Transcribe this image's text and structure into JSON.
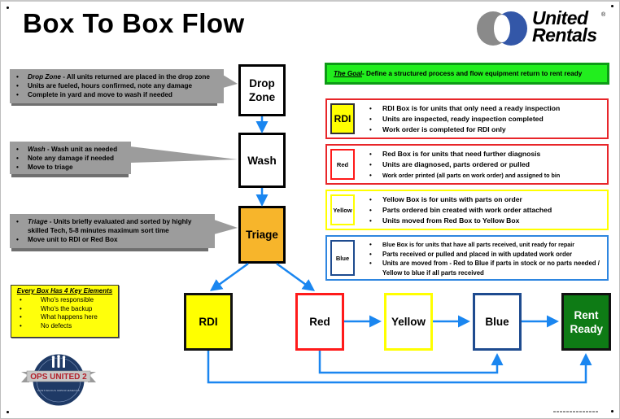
{
  "title": "Box To Box Flow",
  "logo": {
    "line1": "United",
    "line2": "Rentals",
    "registered": "®",
    "colors": {
      "gray": "#8a8a8a",
      "blue": "#3357a8"
    }
  },
  "callouts": [
    {
      "id": "drop-zone",
      "items": [
        {
          "em": "Drop Zone",
          "text": " - All units returned are placed in the drop zone"
        },
        {
          "text": "Units are fueled, hours confirmed, note any damage"
        },
        {
          "text": "Complete in yard and move to wash if needed"
        }
      ]
    },
    {
      "id": "wash",
      "items": [
        {
          "em": "Wash",
          "text": " - Wash unit as needed"
        },
        {
          "text": "Note any damage if needed"
        },
        {
          "text": "Move to triage"
        }
      ]
    },
    {
      "id": "triage",
      "items": [
        {
          "em": "Triage",
          "text": " - Units briefly evaluated and sorted by highly skilled Tech, 5-8 minutes maximum sort time"
        },
        {
          "text": "Move unit to RDI or Red Box"
        }
      ]
    }
  ],
  "flow": {
    "drop_zone": "Drop Zone",
    "wash": "Wash",
    "triage": "Triage",
    "rdi": "RDI",
    "red": "Red",
    "yellow": "Yellow",
    "blue": "Blue",
    "rent_ready": "Rent Ready"
  },
  "colors": {
    "arrow": "#1a86f0",
    "triage": "#f7b52b",
    "rdi": "#ffff00",
    "red": "#ff1a1a",
    "yellow": "#ffff00",
    "blue": "#1e4b8f",
    "rent_ready": "#0e7b15",
    "goal_bg": "#22ee1e"
  },
  "goal": {
    "label": "The Goal",
    "text": " - Define a structured process and flow equipment return to rent ready"
  },
  "panels": [
    {
      "id": "rdi",
      "label": "RDI",
      "items": [
        "RDI Box is for units that only need a ready inspection",
        "Units are inspected, ready inspection completed",
        "Work order is completed for RDI only"
      ]
    },
    {
      "id": "red",
      "label": "Red",
      "items": [
        "Red Box is for units that need further diagnosis",
        "Units are diagnosed, parts ordered or pulled",
        "Work order printed (all parts on work order) and assigned to bin"
      ]
    },
    {
      "id": "yellow",
      "label": "Yellow",
      "items": [
        "Yellow Box is for units with parts on order",
        "Parts ordered bin created with work order attached",
        "Units moved from Red Box to Yellow Box"
      ]
    },
    {
      "id": "blue",
      "label": "Blue",
      "items": [
        "Blue Box is for units that have all parts received, unit ready for repair",
        "Parts received or pulled and placed in with updated work order",
        "Units are moved from - Red to Blue if parts in stock or no parts needed / Yellow to blue if all parts received"
      ]
    }
  ],
  "legend": {
    "heading": "Every Box Has 4 Key Elements",
    "items": [
      "Who's responsible",
      "Who's the backup",
      "What happens here",
      "No defects"
    ]
  },
  "badge": {
    "text": "OPS UNITED 2",
    "subtext": "CONTINUOUS IMPROVEMENTS"
  }
}
